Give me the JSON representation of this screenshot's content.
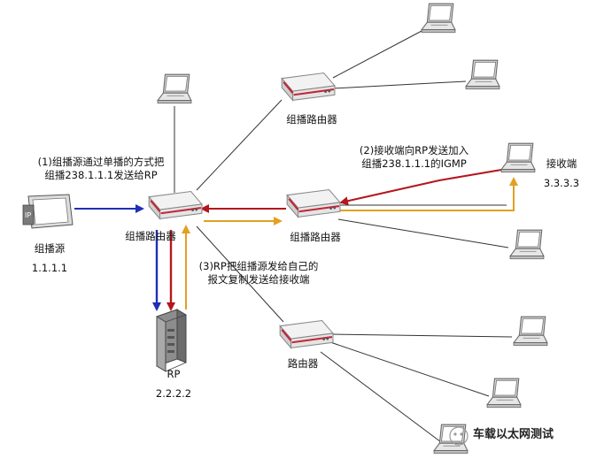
{
  "nodes": {
    "source_label": "组播源",
    "source_ip": "1.1.1.1",
    "router_center_label": "组播路由器",
    "router_top_label": "组播路由器",
    "router_right_label": "组播路由器",
    "router_bottom_label": "路由器",
    "rp_label": "RP",
    "rp_ip": "2.2.2.2",
    "receiver_label": "接收端",
    "receiver_ip": "3.3.3.3"
  },
  "annotations": {
    "step1_line1": "(1)组播源通过单播的方式把",
    "step1_line2": "组播238.1.1.1发送给RP",
    "step2_line1": "(2)接收端向RP发送加入",
    "step2_line2": "组播238.1.1.1的IGMP",
    "step3_line1": "(3)RP把组播源发给自己的",
    "step3_line2": "报文复制发送给接收端"
  },
  "watermark": {
    "text": "车载以太网测试"
  },
  "colors": {
    "step1": "#1f2fb5",
    "step2": "#b4161d",
    "step3": "#e3a021",
    "links": "#333333",
    "router_accent": "#c0283a"
  }
}
